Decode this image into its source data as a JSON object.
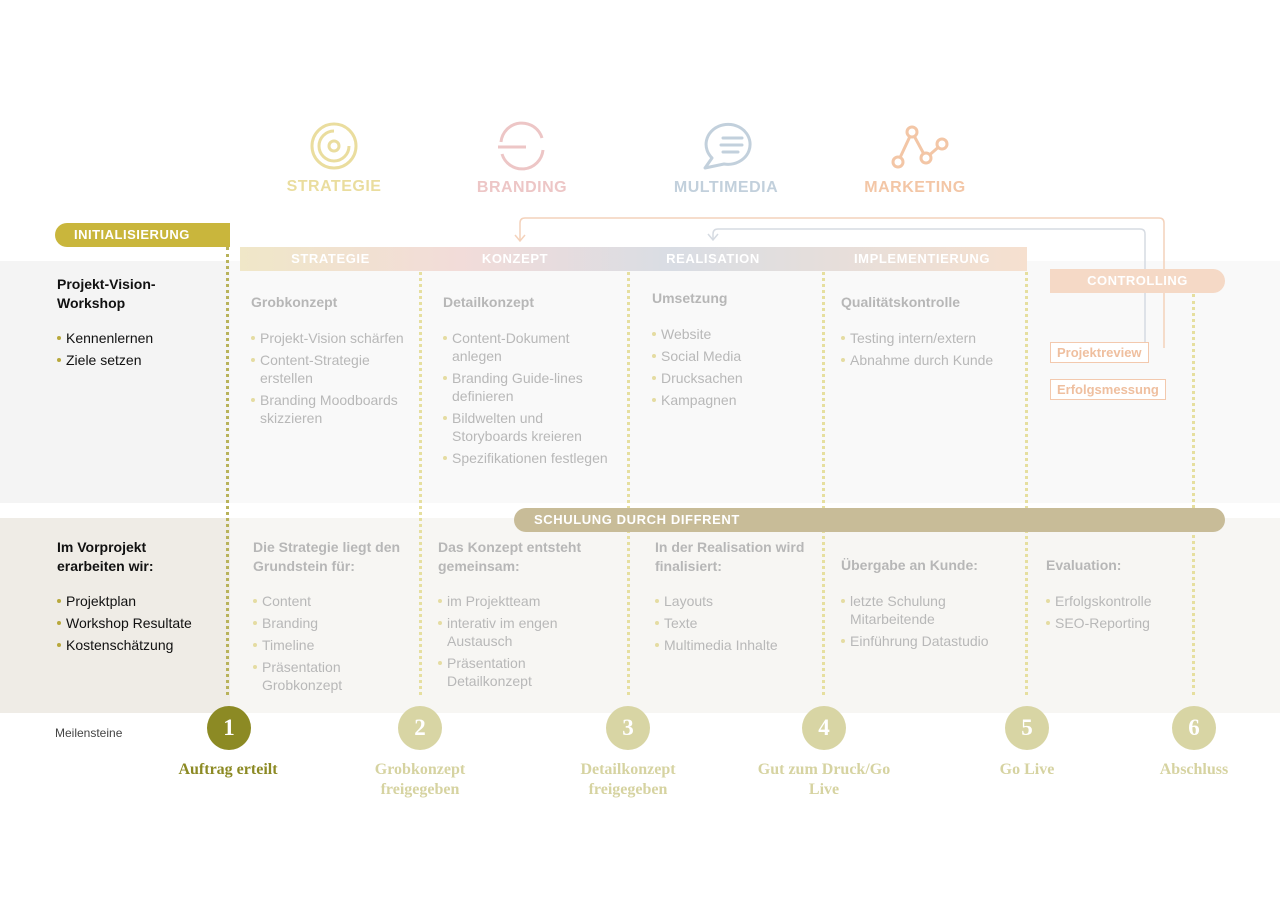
{
  "services": [
    {
      "label": "STRATEGIE",
      "icon": "target-icon",
      "color": "#eadd9e"
    },
    {
      "label": "BRANDING",
      "icon": "branding-icon",
      "color": "#edc6c6"
    },
    {
      "label": "MULTIMEDIA",
      "icon": "chat-icon",
      "color": "#c2d0dc"
    },
    {
      "label": "MARKETING",
      "icon": "graph-icon",
      "color": "#f3c6a6"
    }
  ],
  "init_label": "INITIALISIERUNG",
  "phases": [
    "STRATEGIE",
    "KONZEPT",
    "REALISATION",
    "IMPLEMENTIERUNG"
  ],
  "controlling": {
    "label": "CONTROLLING",
    "boxes": [
      "Projektreview",
      "Erfolgsmessung"
    ]
  },
  "schulung_label": "SCHULUNG DURCH DIFFRENT",
  "row1": {
    "intro": {
      "title": "Projekt-Vision-Workshop",
      "items": [
        "Kennenlernen",
        "Ziele setzen"
      ]
    },
    "columns": [
      {
        "title": "Grobkonzept",
        "items": [
          "Projekt-Vision schärfen",
          "Content-Strategie erstellen",
          "Branding Moodboards skizzieren"
        ]
      },
      {
        "title": "Detailkonzept",
        "items": [
          "Content-Dokument anlegen",
          "Branding Guide-lines definieren",
          "Bildwelten und Storyboards kreieren",
          "Spezifikationen festlegen"
        ]
      },
      {
        "title": "Umsetzung",
        "items": [
          "Website",
          "Social Media",
          "Drucksachen",
          "Kampagnen"
        ]
      },
      {
        "title": "Qualitätskontrolle",
        "items": [
          "Testing intern/extern",
          "Abnahme durch Kunde"
        ]
      }
    ]
  },
  "row2": {
    "intro": {
      "title": "Im Vorprojekt erarbeiten wir:",
      "items": [
        "Projektplan",
        "Workshop Resultate",
        "Kostenschätzung"
      ]
    },
    "columns": [
      {
        "title": "Die Strategie liegt den Grundstein für:",
        "items": [
          "Content",
          "Branding",
          "Timeline",
          "Präsentation Grobkonzept"
        ]
      },
      {
        "title": "Das Konzept entsteht gemeinsam:",
        "items": [
          "im Projektteam",
          "interativ im engen Austausch",
          "Präsentation Detailkonzept"
        ]
      },
      {
        "title": "In der Realisation wird finalisiert:",
        "items": [
          "Layouts",
          "Texte",
          "Multimedia Inhalte"
        ]
      },
      {
        "title": "Übergabe an Kunde:",
        "items": [
          "letzte Schulung Mitarbeitende",
          "Einführung Datastudio"
        ]
      },
      {
        "title": "Evaluation:",
        "items": [
          "Erfolgskontrolle",
          "SEO-Reporting"
        ]
      }
    ]
  },
  "milestones": {
    "label": "Meilensteine",
    "items": [
      {
        "num": "1",
        "label": "Auftrag erteilt"
      },
      {
        "num": "2",
        "label": "Grobkonzept freigegeben"
      },
      {
        "num": "3",
        "label": "Detailkonzept freigegeben"
      },
      {
        "num": "4",
        "label": "Gut zum Druck/Go Live"
      },
      {
        "num": "5",
        "label": "Go Live"
      },
      {
        "num": "6",
        "label": "Abschluss"
      }
    ]
  }
}
